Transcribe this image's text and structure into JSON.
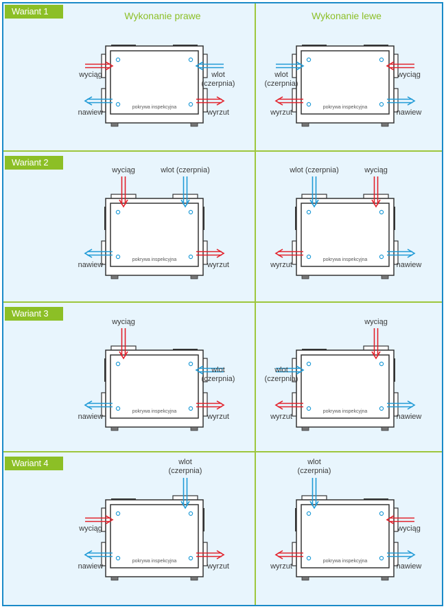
{
  "columns": [
    {
      "title": "Wykonanie prawe"
    },
    {
      "title": "Wykonanie lewe"
    }
  ],
  "cover_label": "pokrywa inspekcyjna",
  "colors": {
    "frame": "#1a8ac8",
    "grid": "#9dc63b",
    "badge": "#8cbf26",
    "background": "#e8f5fd",
    "warm_arrow": "#e2202a",
    "cold_arrow": "#1f9ad6",
    "device_outline": "#333333"
  },
  "labels": {
    "wyciag": "wyciąg",
    "wlot": "wlot",
    "czerpnia": "(czerpnia)",
    "wlot_czerpnia": "wlot (czerpnia)",
    "nawiew": "nawiew",
    "wyrzut": "wyrzut"
  },
  "variants": [
    {
      "name": "Wariant 1",
      "right": {
        "ports": [
          "wyciag:left-top",
          "wlot:right-top",
          "nawiew:left-bottom",
          "wyrzut:right-bottom"
        ]
      },
      "left": {
        "ports": [
          "wlot:left-top",
          "wyciag:right-top",
          "wyrzut:left-bottom",
          "nawiew:right-bottom"
        ]
      }
    },
    {
      "name": "Wariant 2",
      "right": {
        "ports": [
          "wyciag:top-left",
          "wlot:top-right",
          "nawiew:left-bottom",
          "wyrzut:right-bottom"
        ]
      },
      "left": {
        "ports": [
          "wlot:top-left",
          "wyciag:top-right",
          "wyrzut:left-bottom",
          "nawiew:right-bottom"
        ]
      }
    },
    {
      "name": "Wariant 3",
      "right": {
        "ports": [
          "wyciag:top-left",
          "wlot:right-top",
          "nawiew:left-bottom",
          "wyrzut:right-bottom"
        ]
      },
      "left": {
        "ports": [
          "wlot:left-top",
          "wyciag:top-right",
          "wyrzut:left-bottom",
          "nawiew:right-bottom"
        ]
      }
    },
    {
      "name": "Wariant 4",
      "right": {
        "ports": [
          "wyciag:left-top",
          "wlot:top-right",
          "nawiew:left-bottom",
          "wyrzut:right-bottom"
        ]
      },
      "left": {
        "ports": [
          "wlot:top-left",
          "wyciag:right-top",
          "wyrzut:left-bottom",
          "nawiew:right-bottom"
        ]
      }
    }
  ]
}
